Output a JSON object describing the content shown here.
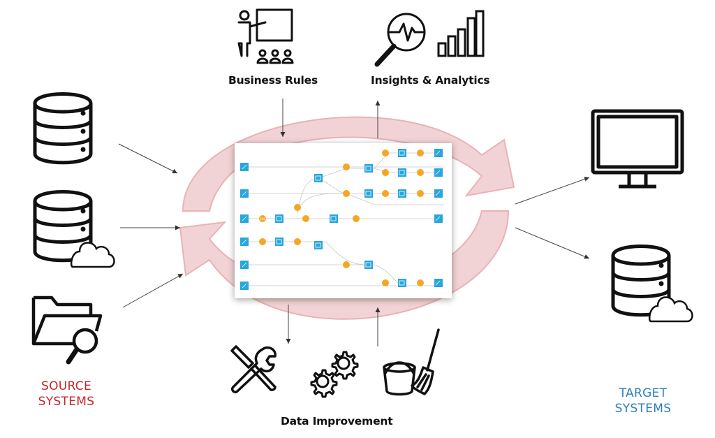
{
  "labels": {
    "business_rules": "Business Rules",
    "insights_analytics": "Insights & Analytics",
    "data_improvement": "Data Improvement",
    "source_systems_line1": "SOURCE",
    "source_systems_line2": "SYSTEMS",
    "target_systems_line1": "TARGET",
    "target_systems_line2": "SYSTEMS"
  },
  "icons": {
    "source": [
      "database-icon",
      "cloud-database-icon",
      "folder-search-icon"
    ],
    "target": [
      "monitor-icon",
      "cloud-database-icon"
    ],
    "top": [
      "presentation-icon",
      "magnifier-pulse-icon",
      "bar-chart-icon"
    ],
    "bottom": [
      "tools-icon",
      "gears-icon",
      "bucket-broom-icon"
    ]
  },
  "flow_tokens": {
    "sql_badge": "SQL"
  },
  "colors": {
    "source_label": "#c0272d",
    "target_label": "#2b7fc3",
    "cycle_arrow": "#e9b2b5",
    "flow_node_blue": "#29a6dc",
    "flow_node_orange": "#f5a623"
  }
}
